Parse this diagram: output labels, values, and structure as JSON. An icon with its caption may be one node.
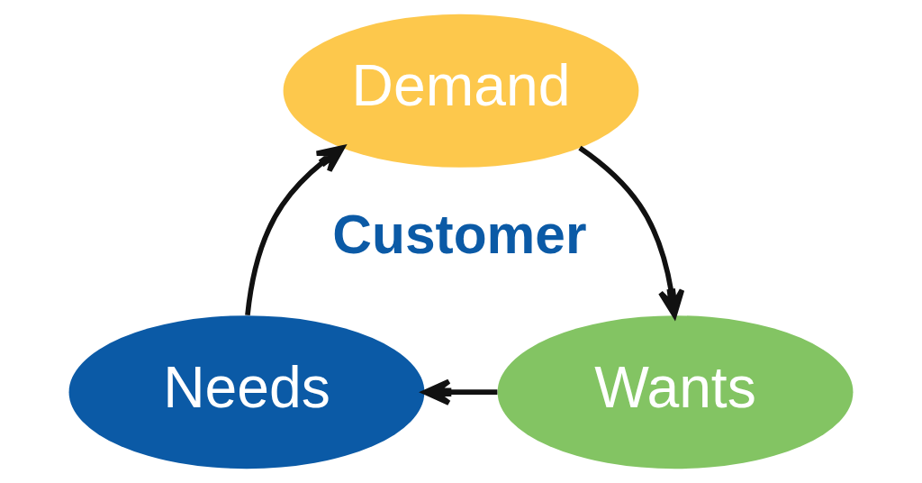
{
  "diagram": {
    "nodes": [
      {
        "text": [
          "Demand"
        ]
      },
      {
        "text": [
          "Wants"
        ]
      },
      {
        "text": [
          "Needs"
        ]
      }
    ],
    "edges": [
      {
        "from": 0,
        "to": 1,
        "arrow": "to"
      },
      {
        "from": 1,
        "to": 2,
        "arrow": "to"
      },
      {
        "from": 2,
        "to": 0,
        "arrow": "to"
      }
    ],
    "labels": [
      "Customer"
    ]
  }
}
